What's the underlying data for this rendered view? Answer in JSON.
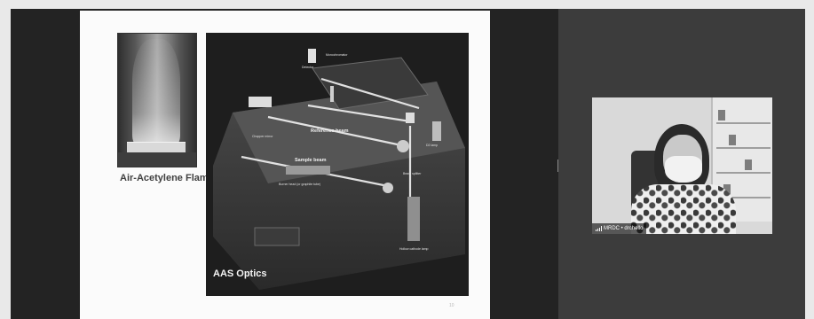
{
  "slide": {
    "flame_caption": "Air-Acetylene Flame",
    "optics_title": "AAS Optics",
    "page_number": "10",
    "diagram_labels": {
      "detector": "Detector",
      "monochromator": "Monochromator",
      "chopper": "Chopper mirror",
      "reference_beam": "Reference beam",
      "d2_lamp": "D2 lamp",
      "sample_beam": "Sample beam",
      "beam_splitter": "Beam splitter",
      "burner_head": "Burner head (or graphite tube)",
      "hollow_cathode": "Hollow cathode lamp"
    }
  },
  "participant": {
    "name": "MRDC • drchello"
  },
  "colors": {
    "slide_background": "#fbfbfb",
    "share_background": "#232323",
    "panel_background": "#3c3c3c"
  }
}
